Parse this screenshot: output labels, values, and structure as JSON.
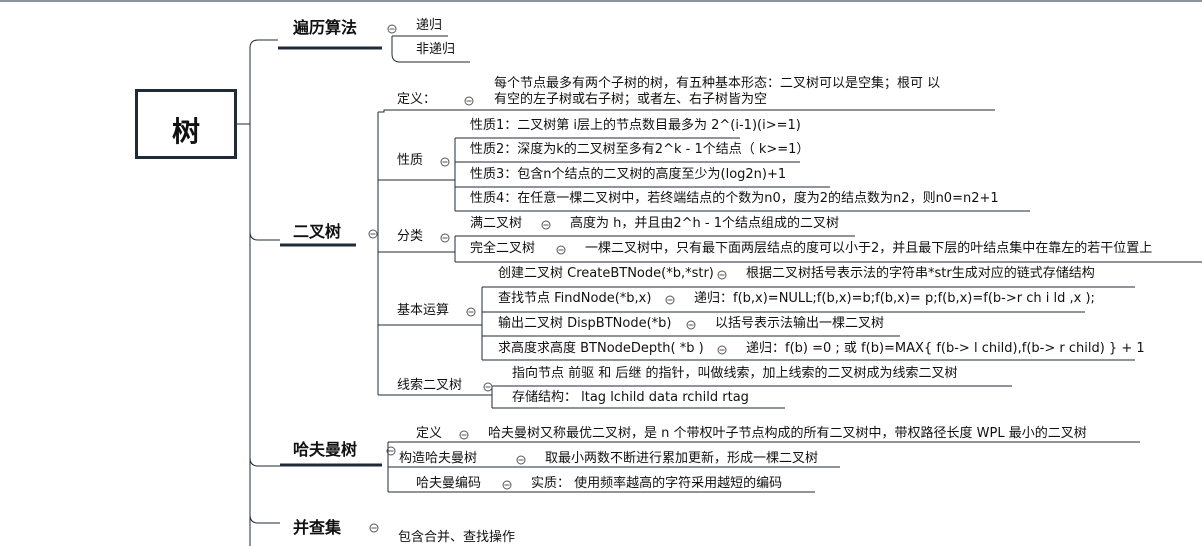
{
  "root": {
    "label": "树"
  },
  "traversal": {
    "label": "遍历算法",
    "children": [
      "递归",
      "非递归"
    ]
  },
  "binary_tree": {
    "label": "二叉树",
    "definition": {
      "label": "定义：",
      "line1": "每个节点最多有两个子树的树，有五种基本形态：二叉树可以是空集；根可 以",
      "line2": "有空的左子树或右子树；或者左、右子树皆为空"
    },
    "properties": {
      "label": "性质",
      "items": [
        "性质1：二叉树第 i层上的节点数目最多为  2^(i-1)(i>=1)",
        "性质2：深度为k的二叉树至多有2^k - 1个结点（ k>=1）",
        "性质3：包含n个结点的二叉树的高度至少为(log2n)+1",
        "性质4：在任意一棵二叉树中，若终端结点的个数为n0，度为2的结点数为n2，则n0=n2+1"
      ]
    },
    "classification": {
      "label": "分类",
      "full": {
        "label": "满二叉树",
        "desc": "高度为 h，并且由2^h - 1个结点组成的二叉树"
      },
      "complete": {
        "label": "完全二叉树",
        "desc": "一棵二叉树中，只有最下面两层结点的度可以小于2，并且最下层的叶结点集中在靠左的若干位置上"
      }
    },
    "basic_ops": {
      "label": "基本运算",
      "items": [
        {
          "label": "创建二叉树 CreateBTNode(*b,*str)",
          "desc": "根据二叉树括号表示法的字符串*str生成对应的链式存储结构"
        },
        {
          "label": "查找节点 FindNode(*b,x)",
          "desc": "递归：f(b,x)=NULL;f(b,x)=b;f(b,x)= p;f(b,x)=f(b->r ch i ld ,x );"
        },
        {
          "label": "输出二叉树  DispBTNode(*b)",
          "desc": "以括号表示法输出一棵二叉树"
        },
        {
          "label": "求高度求高度  BTNodeDepth( *b )",
          "desc": "递归：f(b) =0 ; 或  f(b)=MAX{ f(b-> l child),f(b-> r child) } + 1"
        }
      ]
    },
    "threaded": {
      "label": "线索二叉树",
      "item1": "指向节点 前驱 和 后继 的指针，叫做线索，加上线索的二叉树成为线索二叉树",
      "item2": "存储结构：  ltag    lchild    data    rchild    rtag"
    }
  },
  "huffman": {
    "label": "哈夫曼树",
    "definition": {
      "label": "定义",
      "desc": "哈夫曼树又称最优二叉树，是 n 个带权叶子节点构成的所有二叉树中，带权路径长度 WPL 最小的二叉树"
    },
    "construct": {
      "label": "构造哈夫曼树",
      "desc": "取最小两数不断进行累加更新，形成一棵二叉树"
    },
    "coding": {
      "label": "哈夫曼编码",
      "desc": "实质：  使用频率越高的字符采用越短的编码"
    }
  },
  "union_find": {
    "label": "并查集",
    "desc": "包含合并、查找操作"
  },
  "colors": {
    "line": "#1d2b3a",
    "underline_heavy": "#1d2b3a",
    "toggle": "#555555"
  }
}
